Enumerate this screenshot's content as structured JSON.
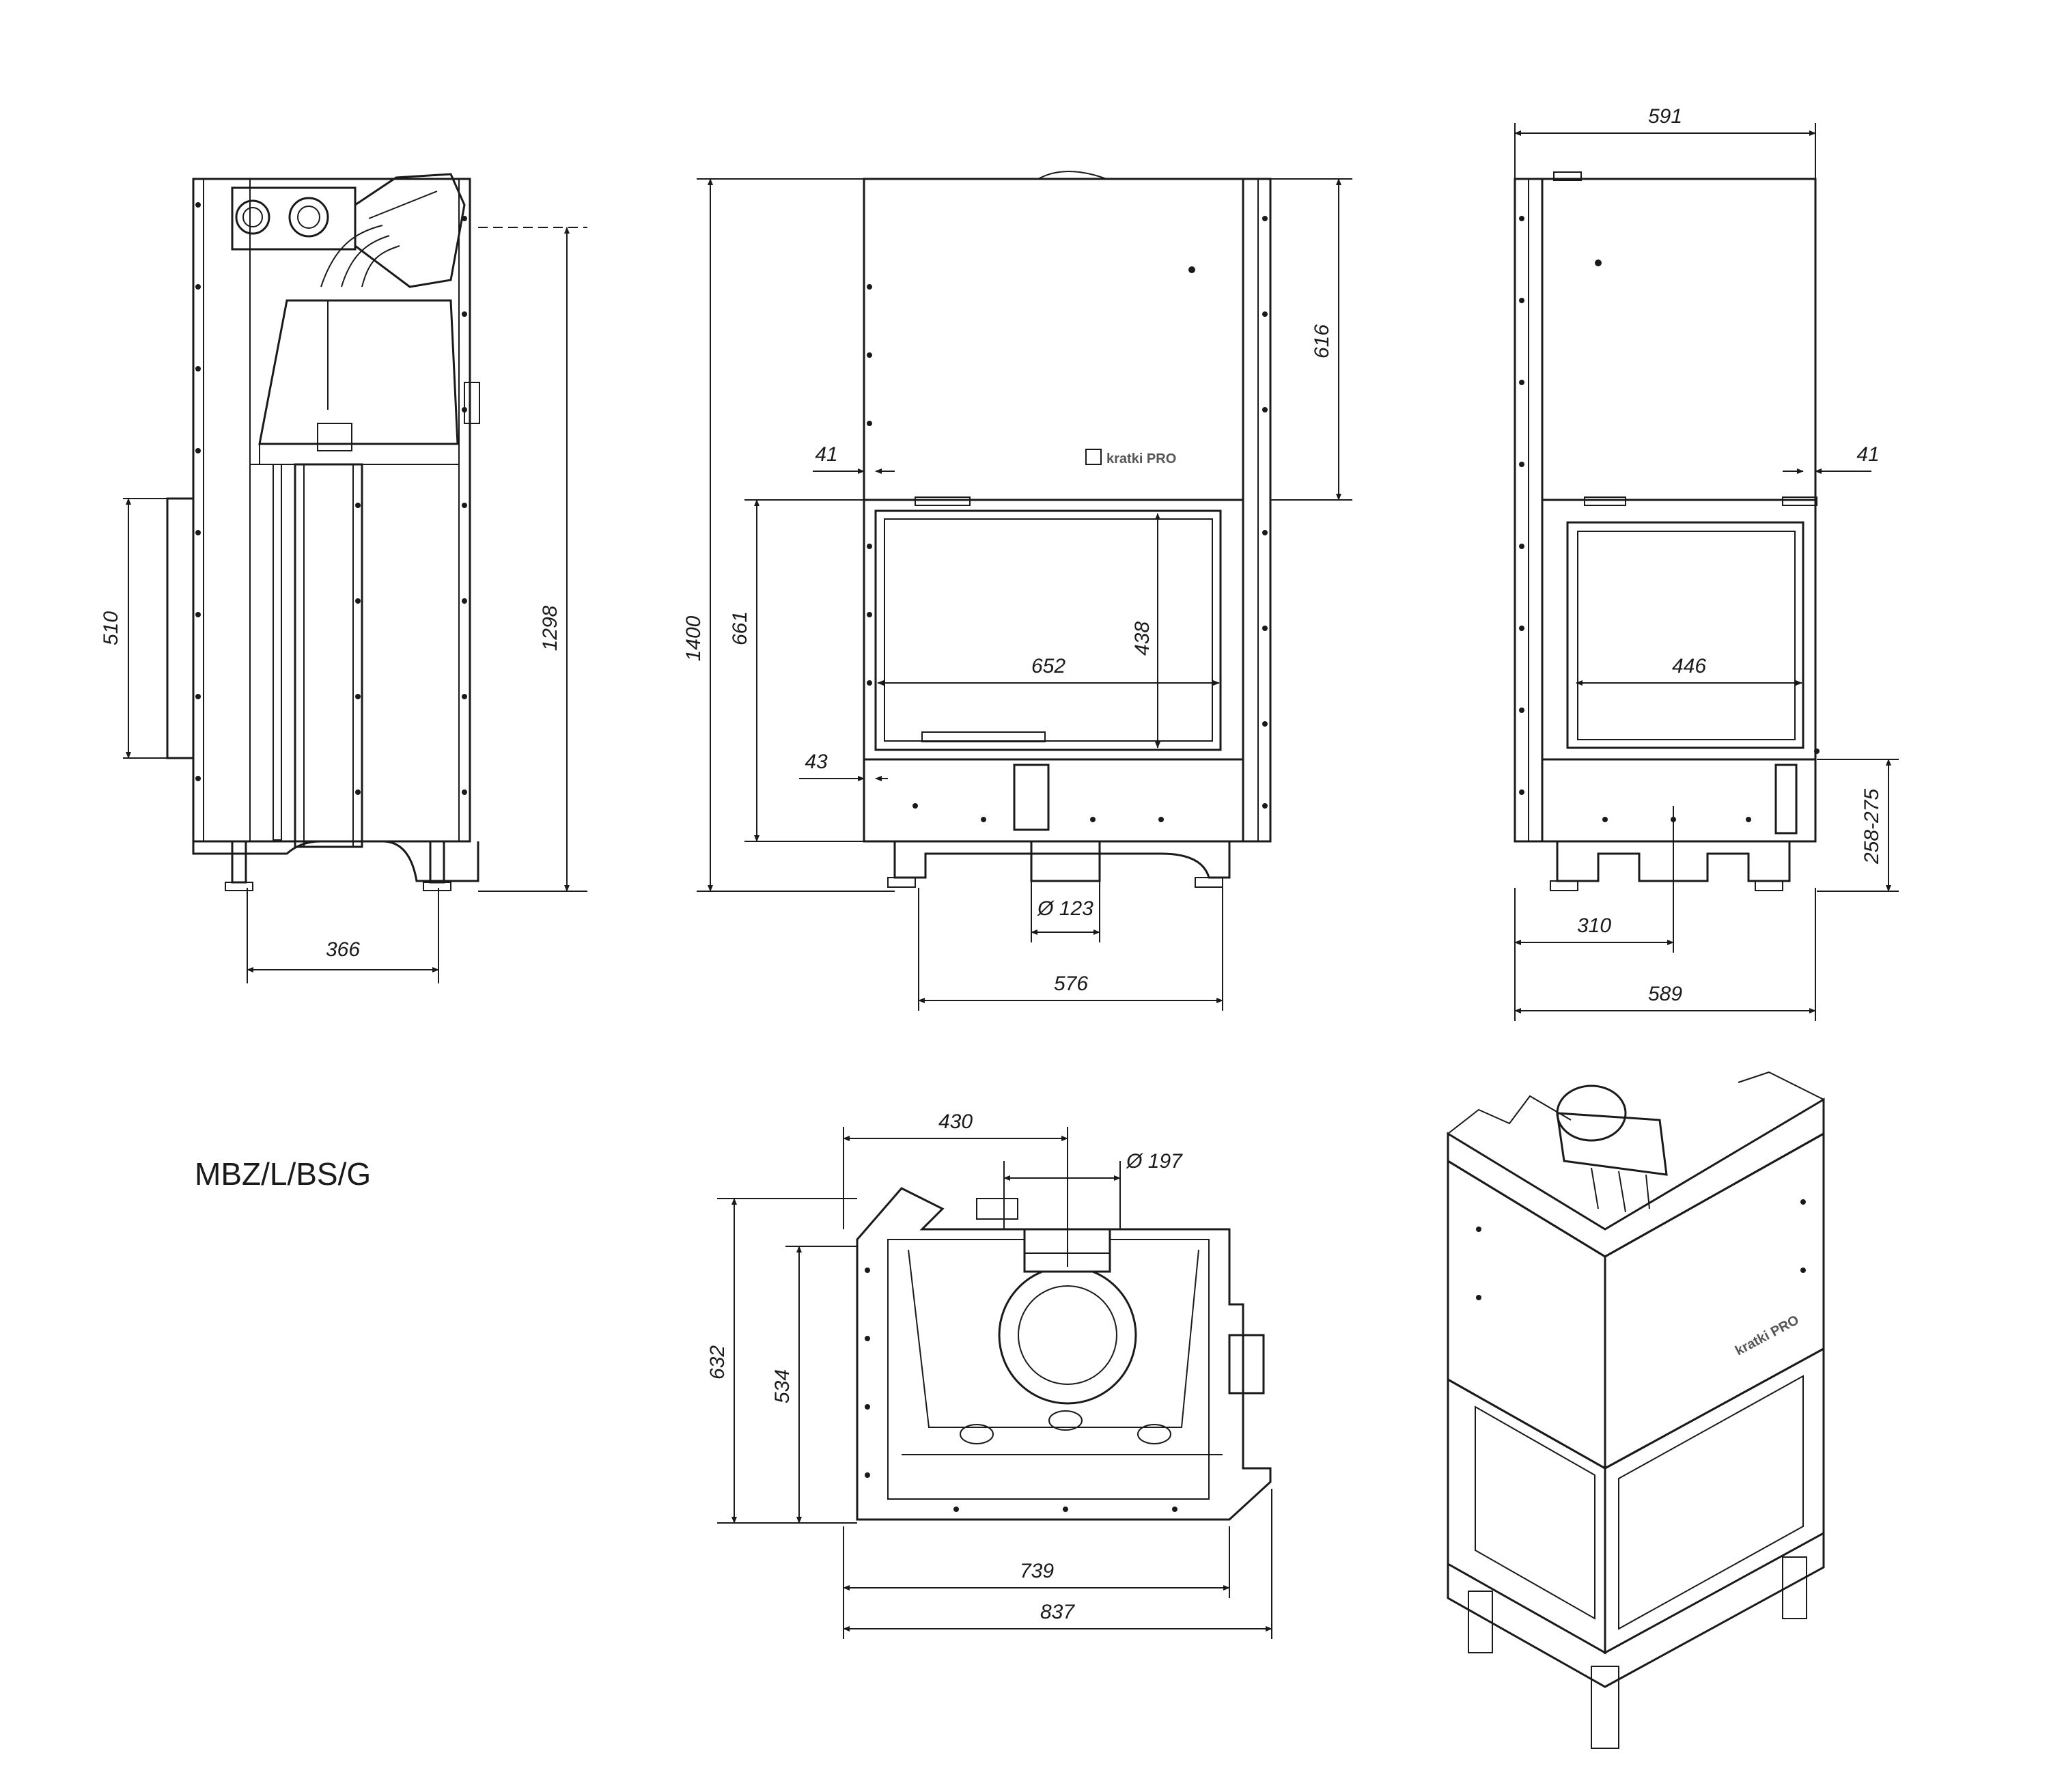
{
  "model_label": "MBZ/L/BS/G",
  "brand_logo": "kratki PRO",
  "dimensions": {
    "side_depth": "366",
    "side_height": "1298",
    "side_door": "510",
    "front_total_height": "1400",
    "front_upper": "616",
    "front_offset_top": "41",
    "front_glass_height": "438",
    "front_glass_width": "652",
    "front_door_height": "661",
    "front_bottom_offset": "43",
    "flue_outlet": "Ø 123",
    "front_base_width": "576",
    "right_top_width": "591",
    "right_offset": "41",
    "right_glass_width": "446",
    "right_leg_height": "258-275",
    "right_flue_pos": "310",
    "right_base_width": "589",
    "top_flue_pos": "430",
    "top_flue_diameter": "Ø 197",
    "top_depth": "632",
    "top_inner_depth": "534",
    "top_inner_width": "739",
    "top_total_width": "837"
  },
  "colors": {
    "line": "#1a1a1a",
    "background": "#ffffff"
  }
}
